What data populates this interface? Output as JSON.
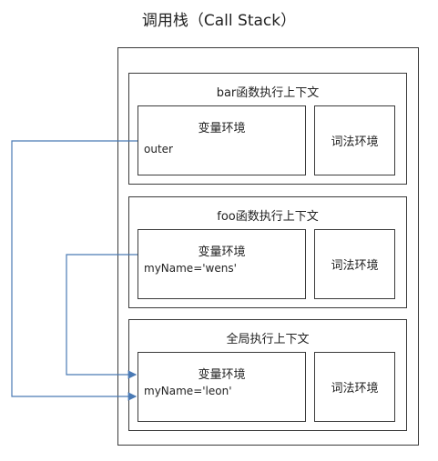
{
  "title": "调用栈（Call Stack）",
  "frames": [
    {
      "title": "bar函数执行上下文",
      "variable_env_label": "变量环境",
      "variable_env_content": "outer",
      "lexical_env_label": "词法环境"
    },
    {
      "title": "foo函数执行上下文",
      "variable_env_label": "变量环境",
      "variable_env_content": "myName='wens'",
      "lexical_env_label": "词法环境"
    },
    {
      "title": "全局执行上下文",
      "variable_env_label": "变量环境",
      "variable_env_content": "myName='leon'",
      "lexical_env_label": "词法环境"
    }
  ],
  "colors": {
    "arrow": "#4a7ab5",
    "border": "#3a3a3a"
  }
}
